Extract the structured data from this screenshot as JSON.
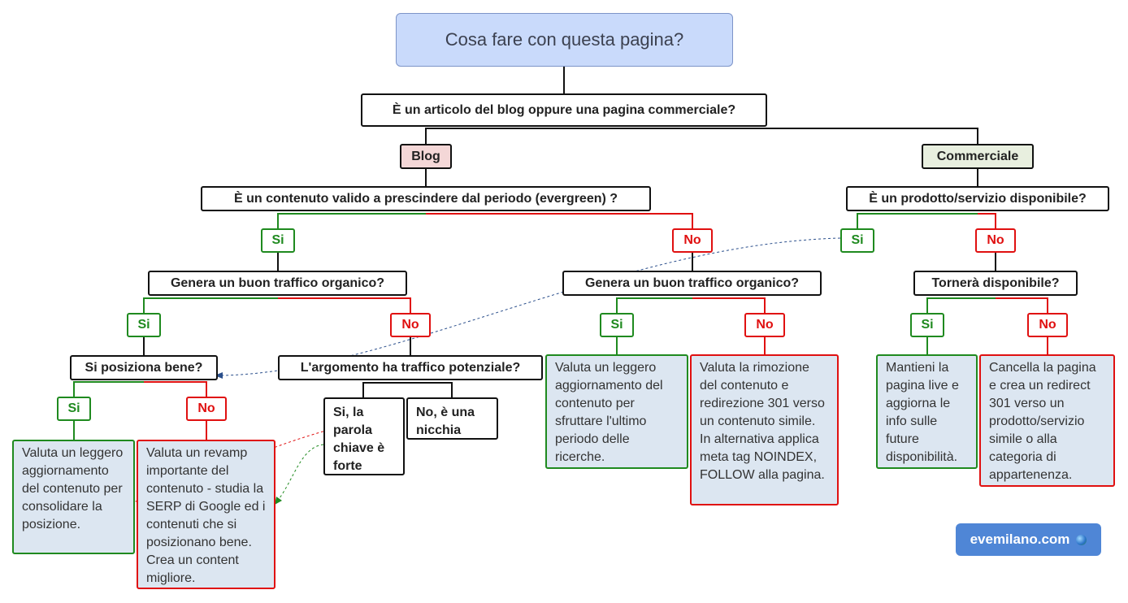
{
  "title": "Cosa fare con questa pagina?",
  "root_question": "È un articolo del blog oppure una pagina commerciale?",
  "branch_blog": "Blog",
  "branch_commercial": "Commerciale",
  "yes_label": "Si",
  "no_label": "No",
  "blog": {
    "question": "È un contenuto valido a prescindere dal periodo (evergreen) ?",
    "yes_traffic_question": "Genera un buon traffico organico?",
    "ranks_question": "Si posiziona bene?",
    "ranks_yes_result": "Valuta un leggero aggiornamento del contenuto per consolidare la posizione.",
    "ranks_no_result": "Valuta un revamp importante del contenuto - studia la SERP di Google ed i contenuti che si posizionano bene. Crea un content migliore.",
    "potential_question": "L'argomento ha traffico potenziale?",
    "potential_yes": "Si, la parola chiave è forte",
    "potential_no": "No, è una nicchia",
    "no_traffic_question": "Genera un buon traffico organico?",
    "no_traffic_yes_result": "Valuta un leggero aggiornamento del contenuto per sfruttare l'ultimo periodo delle ricerche.",
    "no_traffic_no_result": "Valuta la rimozione del contenuto e redirezione 301 verso un contenuto simile. In alternativa applica meta tag NOINDEX, FOLLOW alla pagina."
  },
  "commercial": {
    "question": "È un prodotto/servizio disponibile?",
    "back_question": "Tornerà disponibile?",
    "back_yes_result": "Mantieni la pagina live e aggiorna le info sulle future disponibilità.",
    "back_no_result": "Cancella la pagina e crea un redirect 301 verso un prodotto/servizio simile o alla categoria di appartenenza."
  },
  "watermark": "evemilano.com",
  "colors": {
    "yes": "#1f8a1f",
    "no": "#e01010",
    "result_fill": "#dce6f1",
    "title_fill": "#c9dafb",
    "badge": "#4f86d6"
  }
}
